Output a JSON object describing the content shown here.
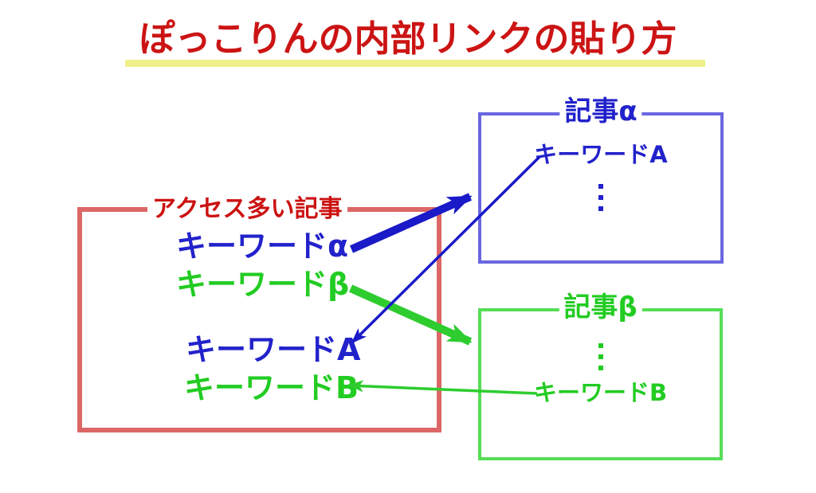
{
  "title": {
    "text": "ぽっこりんの内部リンクの貼り方"
  },
  "source_box": {
    "label": "アクセス多い記事",
    "keyword_alpha": "キーワードα",
    "keyword_beta": "キーワードβ",
    "keyword_a": "キーワードA",
    "keyword_b": "キーワードB"
  },
  "article_alpha": {
    "label": "記事α",
    "keyword": "キーワードA",
    "ellipsis_icon": "vertical-ellipsis"
  },
  "article_beta": {
    "label": "記事β",
    "keyword": "キーワードB",
    "ellipsis_icon": "vertical-ellipsis"
  },
  "arrows": [
    {
      "id": "alpha-to-article-alpha",
      "style": "thick",
      "color": "#1a1ac8",
      "from": "キーワードα",
      "to": "記事α"
    },
    {
      "id": "beta-to-article-beta",
      "style": "thick",
      "color": "#2ecc2e",
      "from": "キーワードβ",
      "to": "記事β"
    },
    {
      "id": "article-alpha-keyword-a-to-source",
      "style": "thin",
      "color": "#1a1ac8",
      "from": "記事α キーワードA",
      "to": "キーワードA"
    },
    {
      "id": "article-beta-keyword-b-to-source",
      "style": "thin",
      "color": "#2ecc2e",
      "from": "記事β キーワードB",
      "to": "キーワードB"
    }
  ],
  "colors": {
    "title_red": "#cc1414",
    "underline_yellow": "#eef18c",
    "source_border_red": "#dd6767",
    "source_label_red": "#cc1111",
    "blue_text": "#2222cc",
    "blue_border": "#6a66e0",
    "green_text": "#22cc22",
    "green_border": "#55dd55",
    "arrow_blue": "#1a1ac8",
    "arrow_green": "#2ecc2e"
  }
}
